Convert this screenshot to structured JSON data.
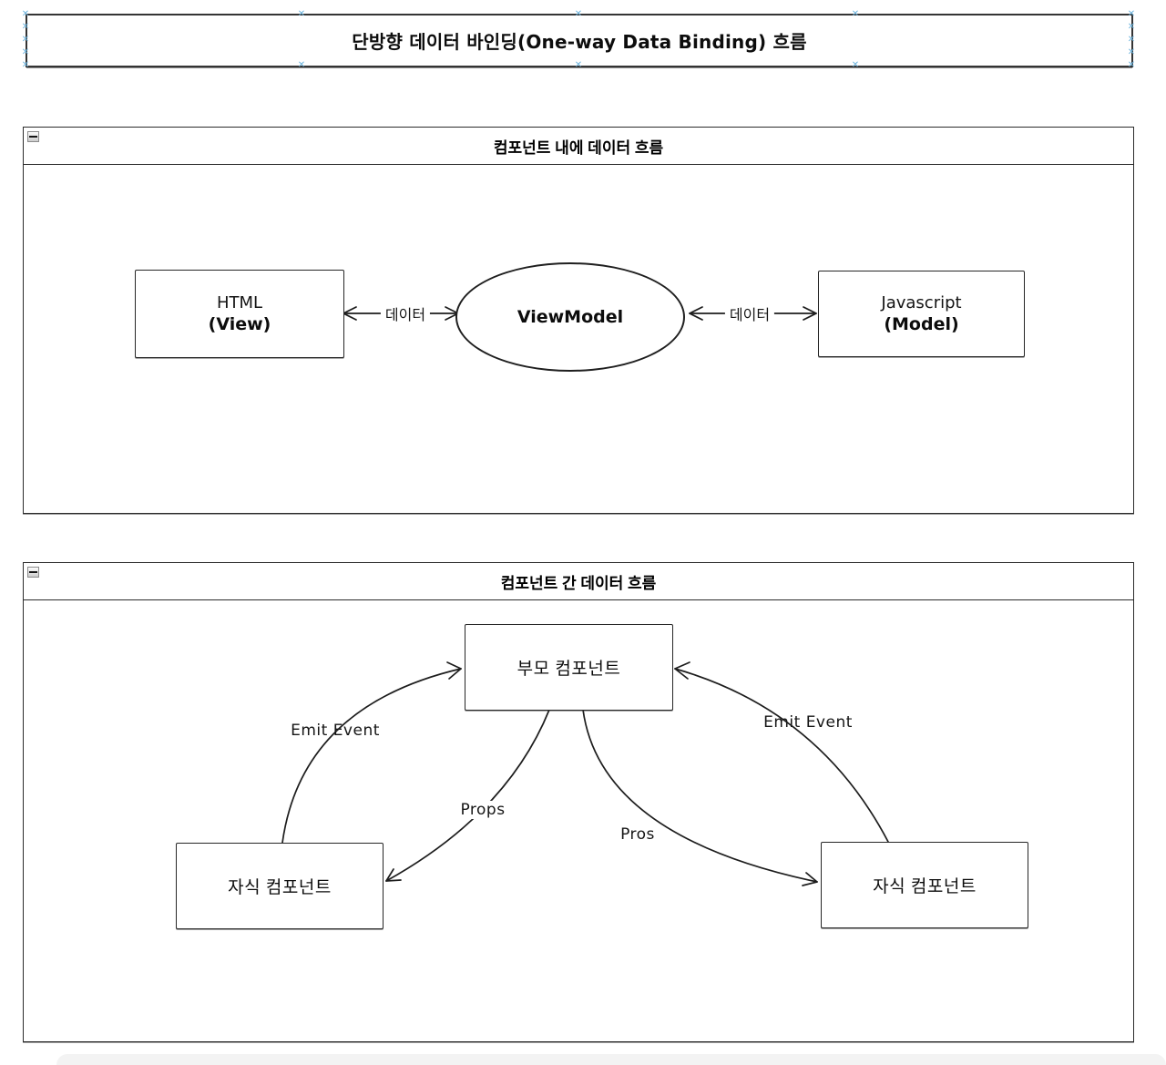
{
  "canvas": {
    "selection_color": "#6db4de",
    "stroke_color": "#1d1d1d",
    "background": "#ffffff"
  },
  "title_frame": {
    "title": "단방향 데이터 바인딩(One-way Data Binding) 흐름",
    "selected": true,
    "handle_icon": "x-resize-handle"
  },
  "section1": {
    "title": "컴포넌트 내에 데이터 흐름",
    "collapse_icon": "minus-square",
    "nodes": {
      "view": {
        "line1": "HTML",
        "line2": "(View)"
      },
      "viewmodel": {
        "label": "ViewModel"
      },
      "model": {
        "line1": "Javascript",
        "line2": "(Model)"
      }
    },
    "edges": {
      "left_label": "데이터",
      "right_label": "데이터"
    }
  },
  "section2": {
    "title": "컴포넌트 간 데이터 흐름",
    "collapse_icon": "minus-square",
    "nodes": {
      "parent": {
        "label": "부모 컴포넌트"
      },
      "child_left": {
        "label": "자식 컴포넌트"
      },
      "child_right": {
        "label": "자식 컴포넌트"
      }
    },
    "edges": {
      "emit_left": "Emit Event",
      "props": "Props",
      "pros": "Pros",
      "emit_right": "Emit Event"
    }
  }
}
